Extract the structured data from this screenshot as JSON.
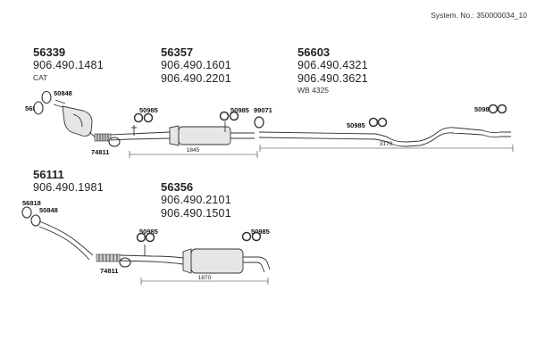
{
  "header": {
    "system_no": "System. No.: 350000034_10"
  },
  "groups": [
    {
      "part_no": "56339",
      "refs": [
        "906.490.1481"
      ],
      "note": "CAT"
    },
    {
      "part_no": "56357",
      "refs": [
        "906.490.1601",
        "906.490.2201"
      ]
    },
    {
      "part_no": "56603",
      "refs": [
        "906.490.4321",
        "906.490.3621"
      ],
      "note": "WB 4325"
    },
    {
      "part_no": "56111",
      "refs": [
        "906.490.1981"
      ]
    },
    {
      "part_no": "56356",
      "refs": [
        "906.490.2101",
        "906.490.1501"
      ]
    }
  ],
  "labels": {
    "l_56848_a": "50848",
    "l_56818_a": "56818",
    "l_50985_a": "50985",
    "l_50985_b": "50985",
    "l_99071": "99071",
    "l_50985_c": "50985",
    "l_50985_d": "50985",
    "l_74811_a": "74811",
    "l_56818_b": "56818",
    "l_50848_b": "50848",
    "l_50985_e": "50985",
    "l_50985_f": "50985",
    "l_74811_b": "74811"
  },
  "dimensions": {
    "d1": "1845",
    "d2": "3170",
    "d3": "1870"
  }
}
